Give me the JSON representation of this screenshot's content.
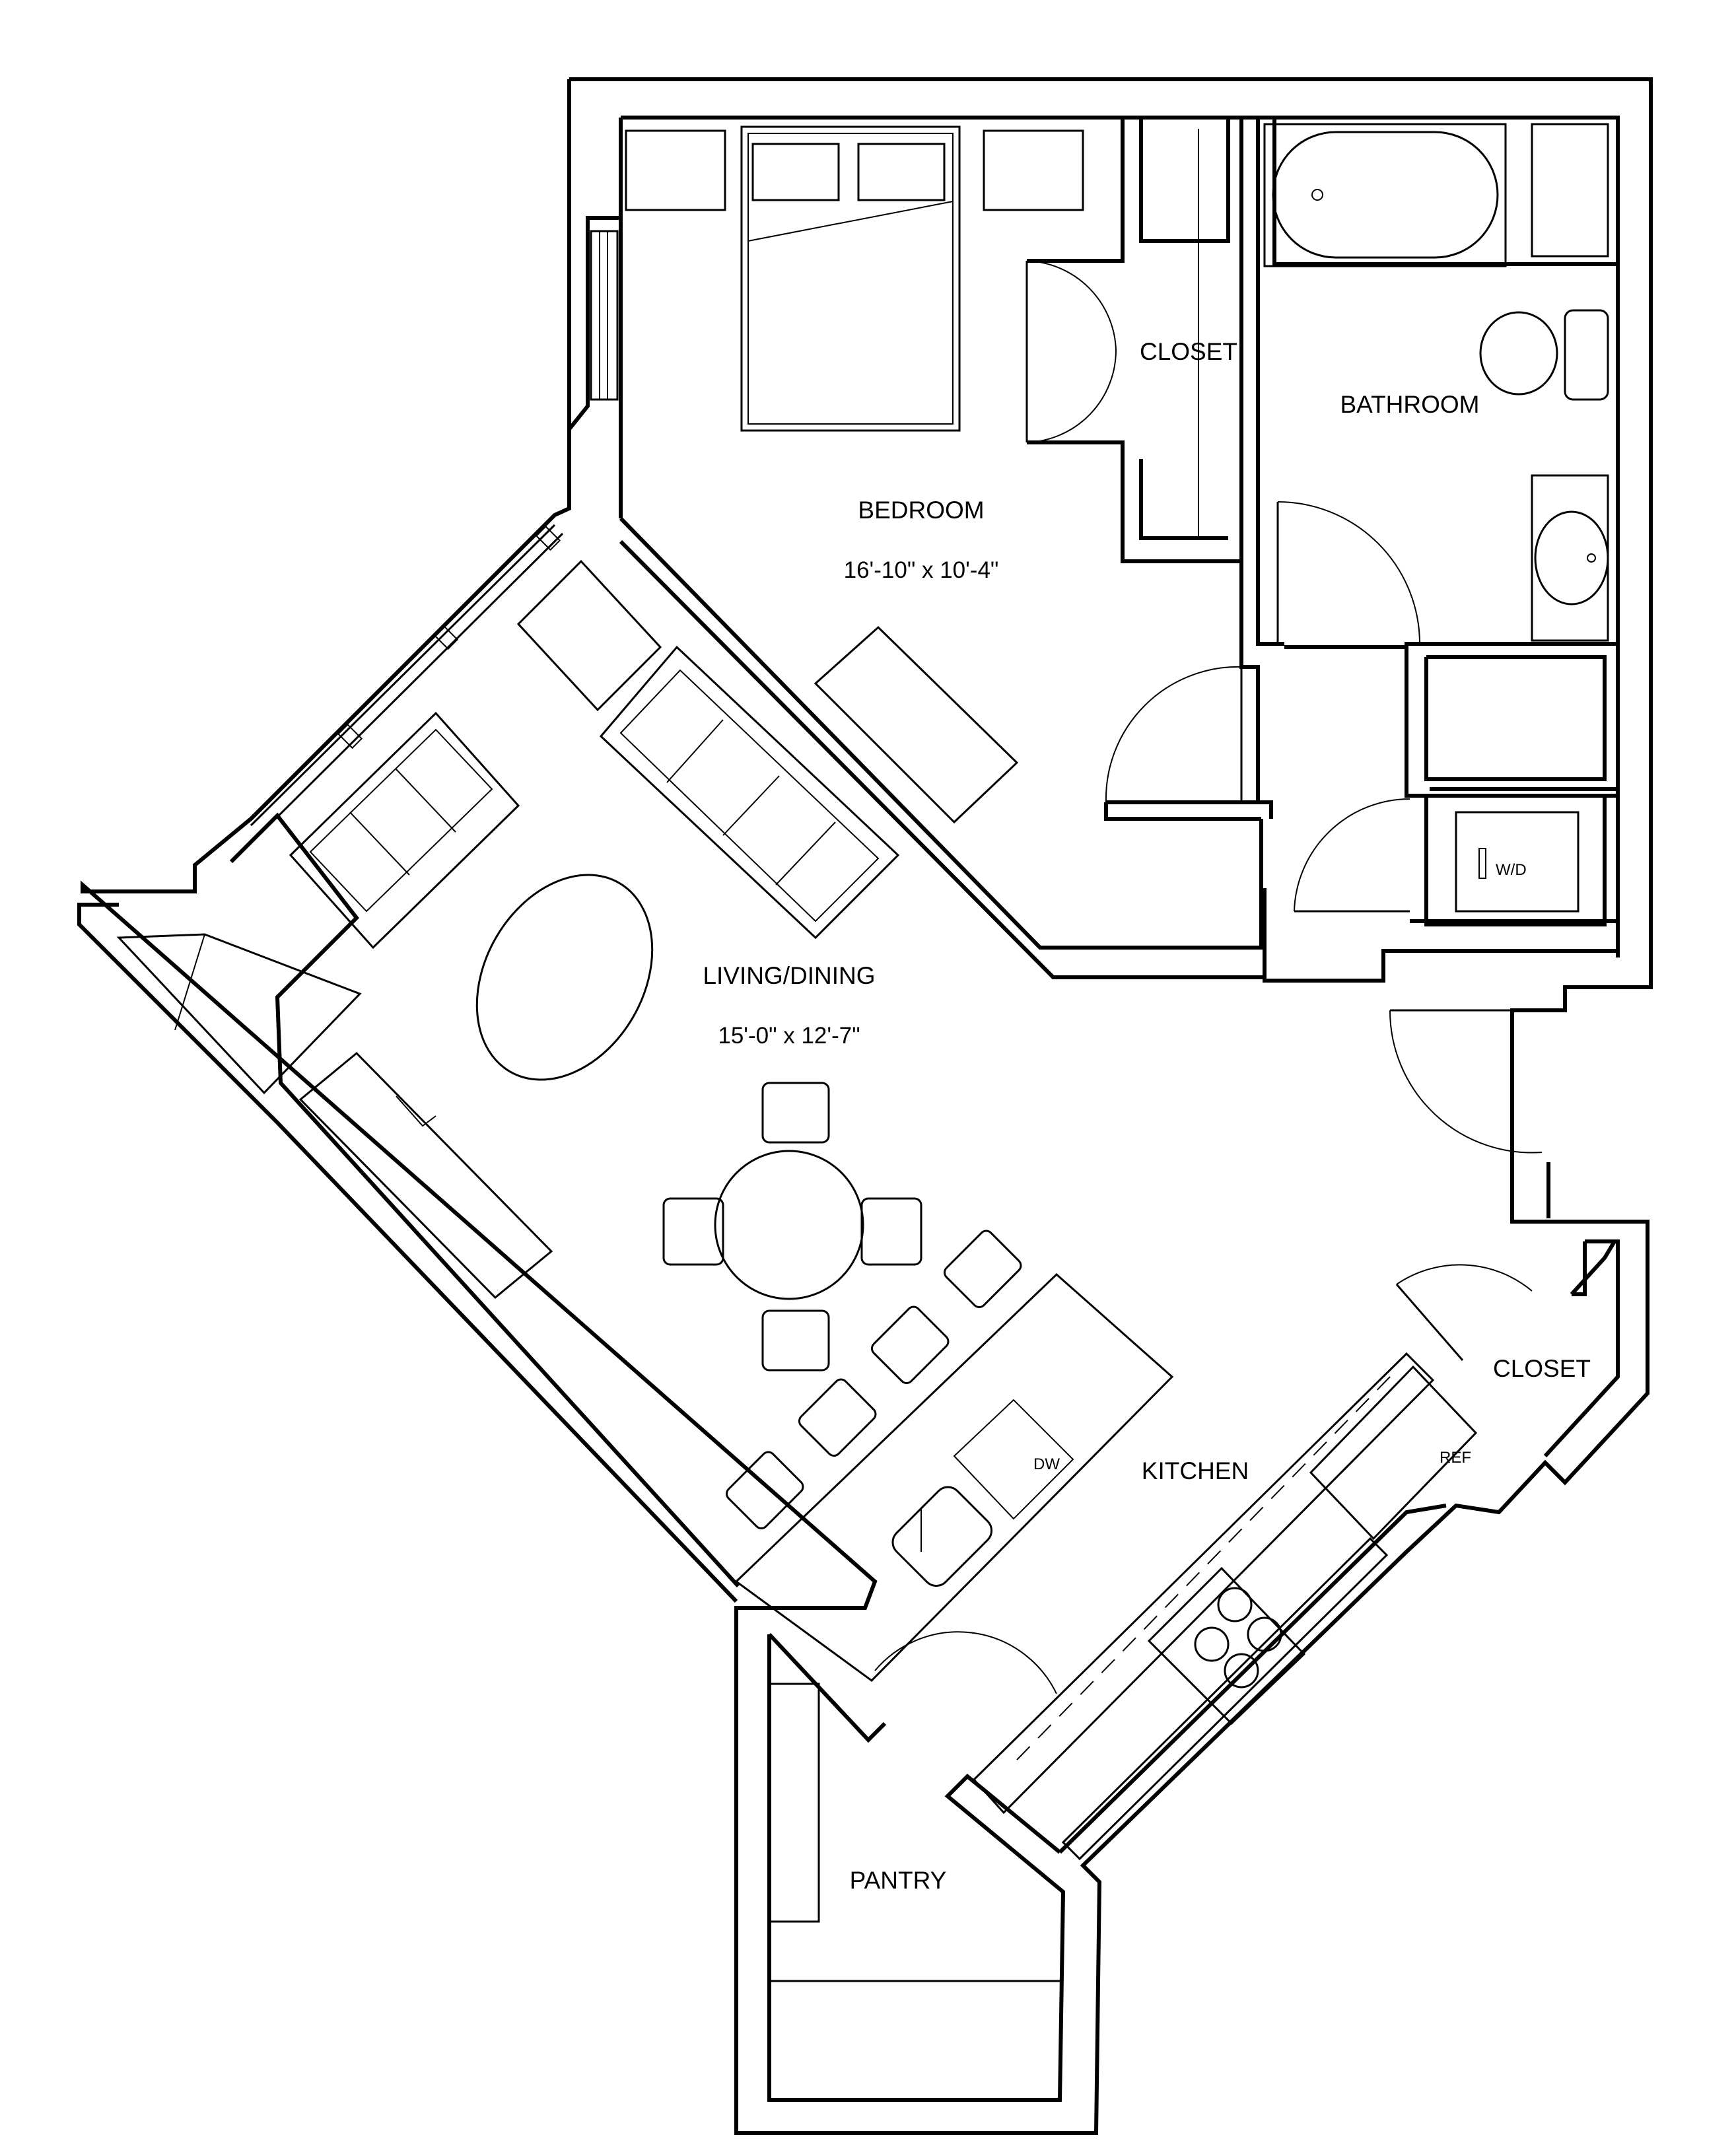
{
  "rooms": {
    "bedroom": {
      "name": "BEDROOM",
      "dims": "16'-10\" x 10'-4\""
    },
    "closet_bedroom": {
      "name": "CLOSET"
    },
    "bathroom": {
      "name": "BATHROOM"
    },
    "living_dining": {
      "name": "LIVING/DINING",
      "dims": "15'-0\" x 12'-7\""
    },
    "kitchen": {
      "name": "KITCHEN"
    },
    "closet_entry": {
      "name": "CLOSET"
    },
    "pantry": {
      "name": "PANTRY"
    }
  },
  "fixtures": {
    "washer_dryer": "W/D",
    "dishwasher": "DW",
    "refrigerator": "REF"
  }
}
